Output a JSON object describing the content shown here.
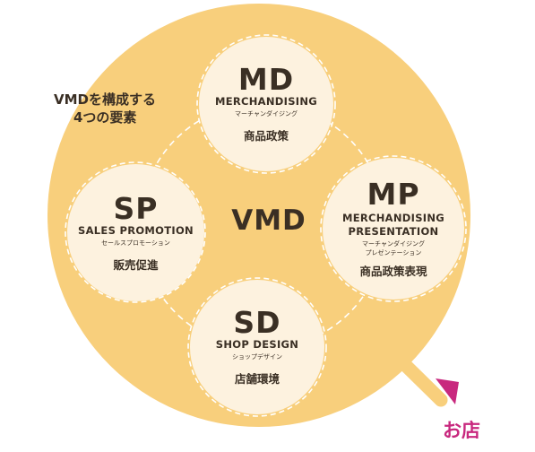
{
  "caption": {
    "line1": "VMDを構成する",
    "line2": "4つの要素"
  },
  "center": {
    "label": "VMD"
  },
  "nodes": {
    "md": {
      "abbr": "MD",
      "en": "MERCHANDISING",
      "kana": "マーチャンダイジング",
      "jp": "商品政策"
    },
    "sp": {
      "abbr": "SP",
      "en": "SALES PROMOTION",
      "kana": "セールスプロモーション",
      "jp": "販売促進"
    },
    "mp": {
      "abbr": "MP",
      "en_line1": "MERCHANDISING",
      "en_line2": "PRESENTATION",
      "kana_line1": "マーチャンダイジング",
      "kana_line2": "プレゼンテーション",
      "jp": "商品政策表現"
    },
    "sd": {
      "abbr": "SD",
      "en": "SHOP DESIGN",
      "kana": "ショップデザイン",
      "jp": "店舗環境"
    }
  },
  "arrow": {
    "label": "お店"
  },
  "colors": {
    "big_circle": "#f8cf7c",
    "node_fill": "#fdf2df",
    "arrow": "#c8287e",
    "arrow_shaft": "#f8cf7c",
    "text": "#3a2f24"
  }
}
